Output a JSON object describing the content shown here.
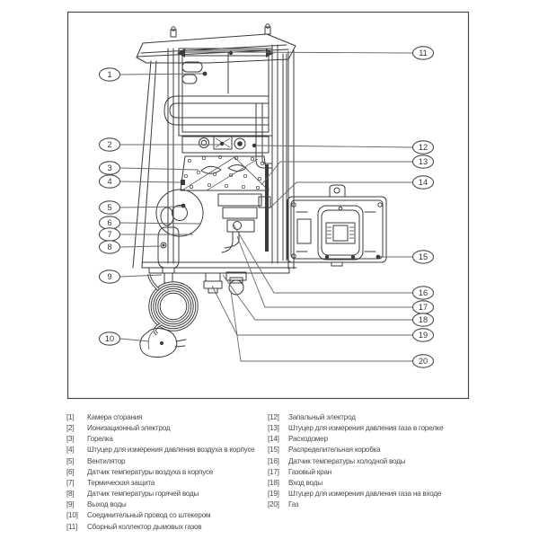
{
  "figure": {
    "callouts": [
      "1",
      "2",
      "3",
      "4",
      "5",
      "6",
      "7",
      "8",
      "9",
      "10",
      "11",
      "12",
      "13",
      "14",
      "15",
      "16",
      "17",
      "18",
      "19",
      "20"
    ]
  },
  "legend": {
    "left": [
      {
        "num": "[1]",
        "text": "Камера сгорания"
      },
      {
        "num": "[2]",
        "text": "Ионизационный электрод"
      },
      {
        "num": "[3]",
        "text": "Горелка"
      },
      {
        "num": "[4]",
        "text": "Штуцер для измерения давления воздуха в корпусе"
      },
      {
        "num": "[5]",
        "text": "Вентилятор"
      },
      {
        "num": "[6]",
        "text": "Датчик температуры воздуха в корпусе"
      },
      {
        "num": "[7]",
        "text": "Термическая защита"
      },
      {
        "num": "[8]",
        "text": "Датчик температуры горячей воды"
      },
      {
        "num": "[9]",
        "text": "Выход воды"
      },
      {
        "num": "[10]",
        "text": "Соединительный провод со штекером"
      },
      {
        "num": "[11]",
        "text": "Сборный коллектор дымовых газов"
      }
    ],
    "right": [
      {
        "num": "[12]",
        "text": "Запальный электрод"
      },
      {
        "num": "[13]",
        "text": "Штуцер для измерения давления газа в горелке"
      },
      {
        "num": "[14]",
        "text": "Расходомер"
      },
      {
        "num": "[15]",
        "text": "Распределительная коробка"
      },
      {
        "num": "[16]",
        "text": "Датчик температуры холодной воды"
      },
      {
        "num": "[17]",
        "text": "Газовый кран"
      },
      {
        "num": "[18]",
        "text": "Вход воды"
      },
      {
        "num": "[19]",
        "text": "Штуцер для измерения давления газа на входе"
      },
      {
        "num": "[20]",
        "text": "Газ"
      }
    ]
  },
  "colors": {
    "line_art": "#3b3b3b",
    "leader_line": "#6a6a6a",
    "text": "#4a4a4a",
    "background": "#ffffff"
  }
}
